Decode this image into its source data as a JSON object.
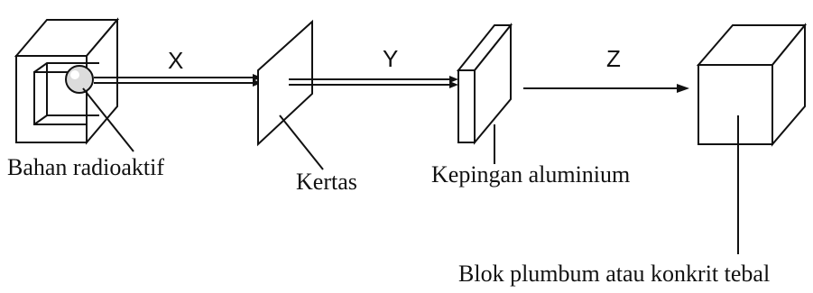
{
  "beams": {
    "x": "X",
    "y": "Y",
    "z": "Z"
  },
  "labels": {
    "source": "Bahan radioaktif",
    "paper": "Kertas",
    "aluminium": "Kepingan aluminium",
    "block": "Blok plumbum atau konkrit tebal"
  },
  "colors": {
    "line": "#111111",
    "background": "#ffffff"
  }
}
